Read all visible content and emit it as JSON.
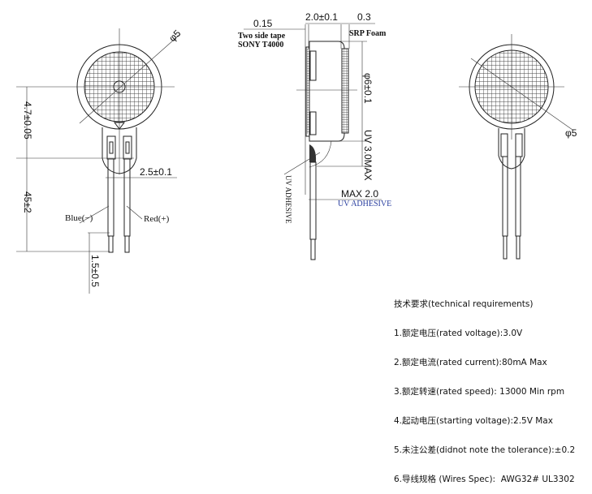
{
  "front_view": {
    "diameter": "φ5",
    "dim_height": "4.7±0.05",
    "dim_wire_length": "45±2",
    "dim_wire_pitch": "2.5±0.1",
    "dim_strip": "1.5±0.5",
    "wire_blue": "Blue(−)",
    "wire_red": "Red(+)"
  },
  "side_view": {
    "dim_tape": "0.15",
    "dim_thickness": "2.0±0.1",
    "dim_foam": "0.3",
    "tape_label_1": "Two side tape",
    "tape_label_2": "SONY T4000",
    "foam_label": "SRP Foam",
    "dim_diameter": "φ6±0.1",
    "dim_uv": "UV 3.0MAX",
    "dim_max": "MAX 2.0",
    "uv_adhesive_right": "UV ADHESIVE",
    "uv_adhesive_left": "UV ADHESIVE"
  },
  "back_view": {
    "diameter": "φ5"
  },
  "requirements": {
    "title": "技术要求(technical requirements)",
    "items": [
      "1.额定电压(rated voltage):3.0V",
      "2.额定电流(rated current):80mA Max",
      "3.额定转速(rated speed): 13000 Min rpm",
      "4.起动电压(starting voltage):2.5V Max",
      "5.未注公差(didnot note the tolerance):±0.2",
      "6.导线规格 (Wires Spec):  AWG32# UL3302"
    ]
  }
}
